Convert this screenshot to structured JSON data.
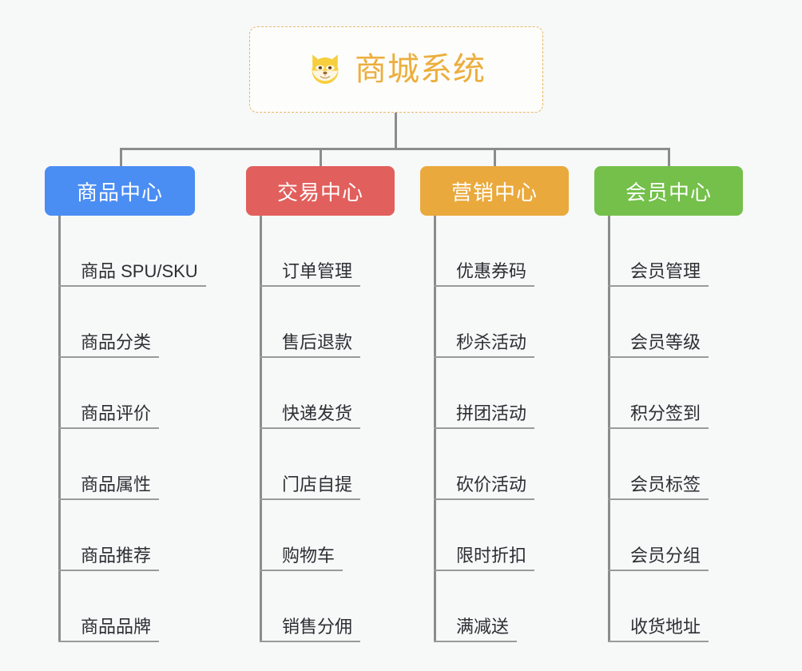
{
  "diagram": {
    "type": "mind-map",
    "background_color": "#f7f8f8",
    "root": {
      "title": "商城系统",
      "icon": "shiba-dog-face-icon",
      "text_color": "#ecae3c",
      "border_color": "#e8b860",
      "background_color": "#fdfdfc"
    },
    "connector_color": "#8c8c8c",
    "leaf_underline_color": "#9a9a9a",
    "leaf_text_color": "#2c2f33",
    "branches": [
      {
        "label": "商品中心",
        "color": "#4a8df3",
        "items": [
          "商品 SPU/SKU",
          "商品分类",
          "商品评价",
          "商品属性",
          "商品推荐",
          "商品品牌"
        ]
      },
      {
        "label": "交易中心",
        "color": "#e15f5c",
        "items": [
          "订单管理",
          "售后退款",
          "快递发货",
          "门店自提",
          "购物车",
          "销售分佣"
        ]
      },
      {
        "label": "营销中心",
        "color": "#eaa93c",
        "items": [
          "优惠券码",
          "秒杀活动",
          "拼团活动",
          "砍价活动",
          "限时折扣",
          "满减送"
        ]
      },
      {
        "label": "会员中心",
        "color": "#74c04a",
        "items": [
          "会员管理",
          "会员等级",
          "积分签到",
          "会员标签",
          "会员分组",
          "收货地址"
        ]
      }
    ]
  }
}
